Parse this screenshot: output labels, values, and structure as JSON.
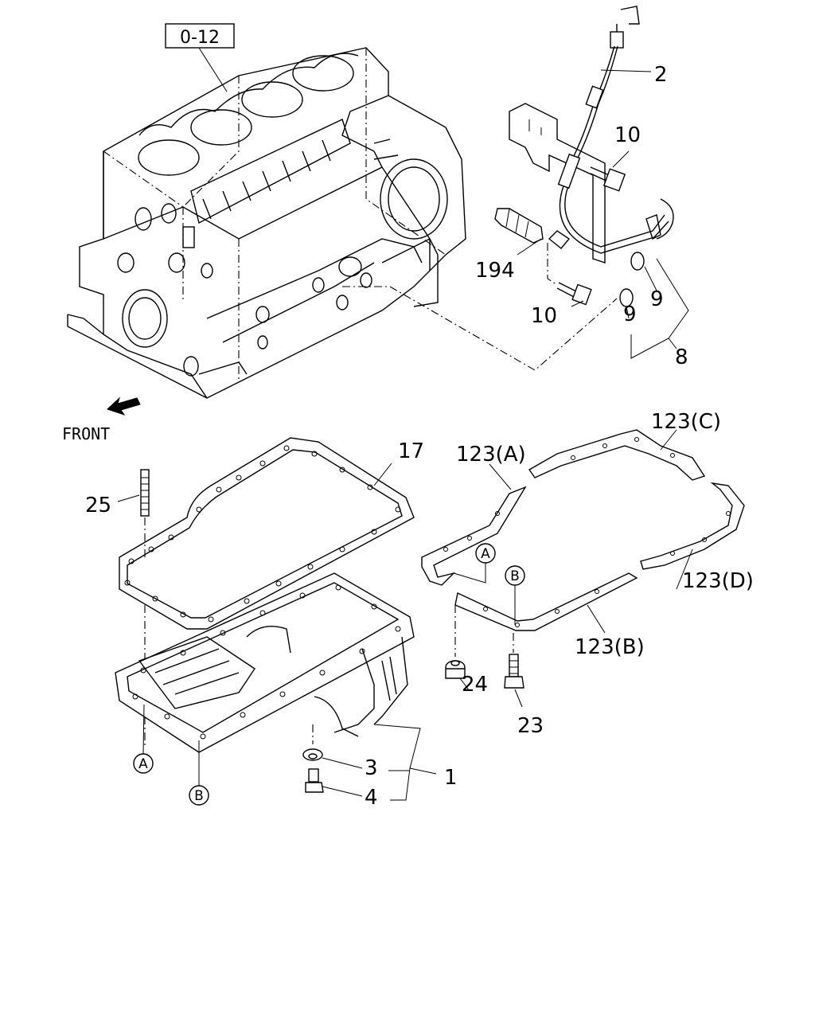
{
  "ref_box": "0-12",
  "front_label": "FRONT",
  "callouts": {
    "c2": "2",
    "c10a": "10",
    "c10b": "10",
    "c194": "194",
    "c9a": "9",
    "c9b": "9",
    "c8": "8",
    "c17": "17",
    "c25": "25",
    "c123a": "123(A)",
    "c123b": "123(B)",
    "c123c": "123(C)",
    "c123d": "123(D)",
    "c24": "24",
    "c23": "23",
    "c3": "3",
    "c4": "4",
    "c1": "1"
  },
  "markers": {
    "a_left": "A",
    "b_left": "B",
    "a_right": "A",
    "b_right": "B"
  }
}
